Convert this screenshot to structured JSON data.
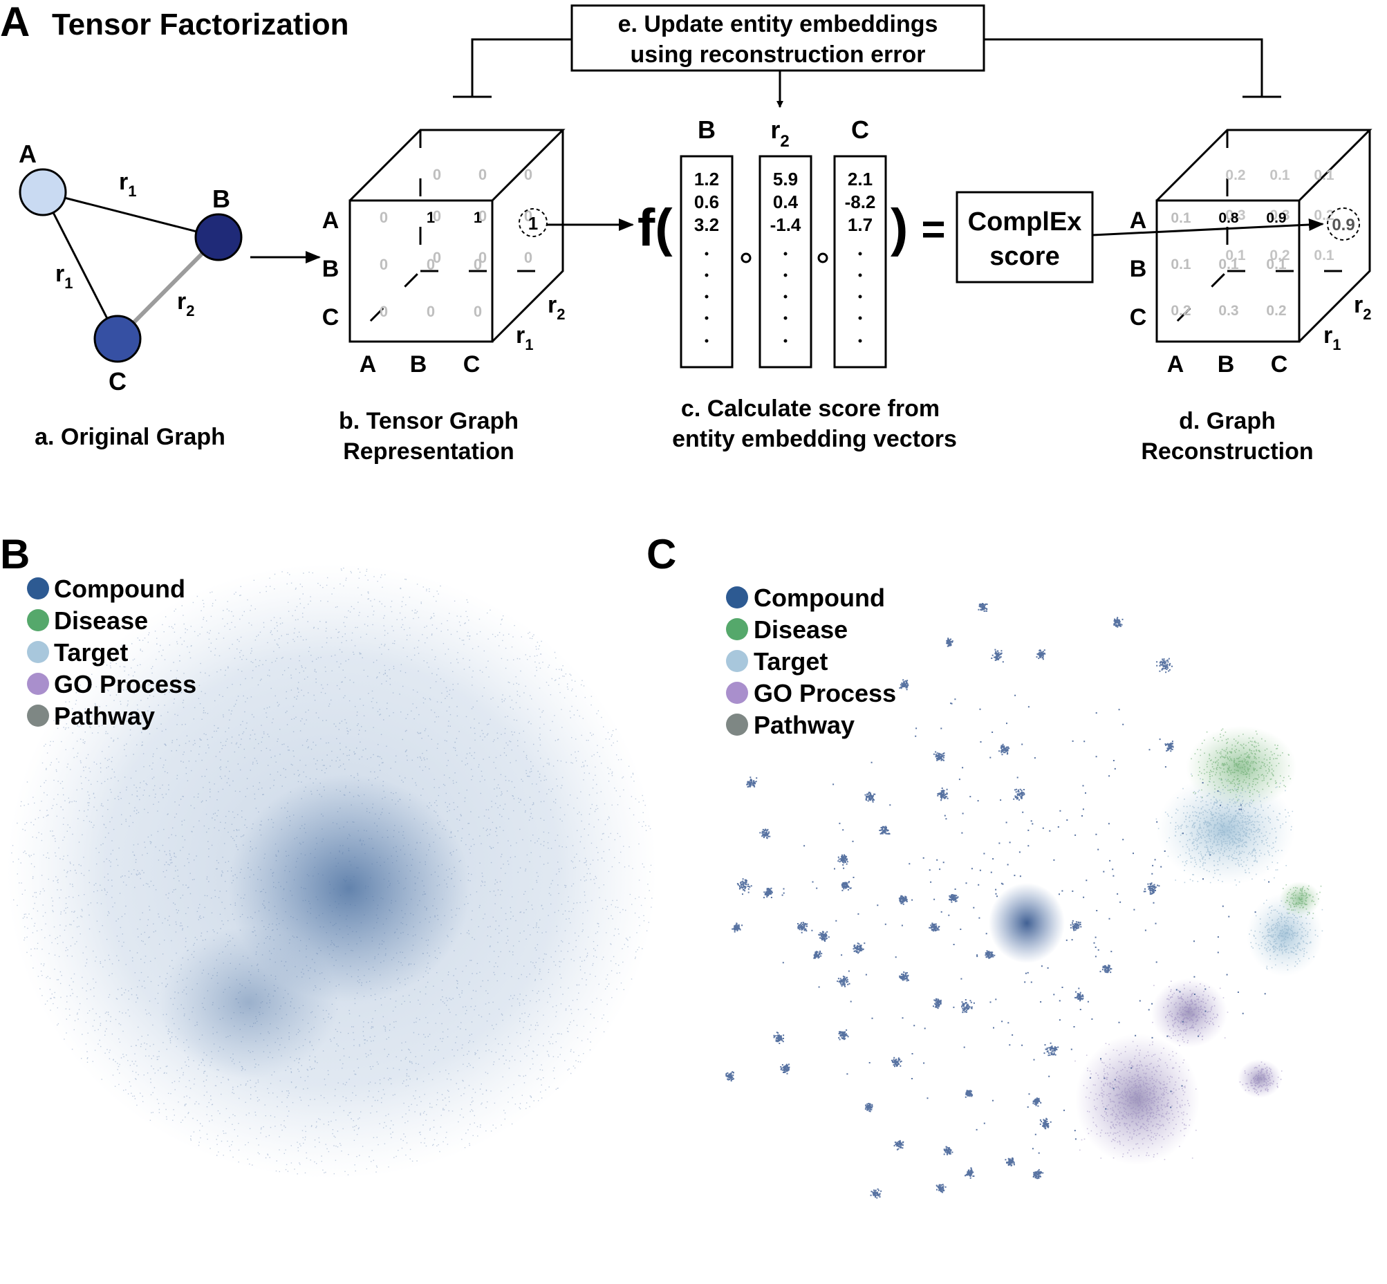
{
  "panel_a": {
    "letter": "A",
    "title": "Tensor Factorization",
    "update_box": {
      "line1": "e. Update entity embeddings",
      "line2": "using reconstruction error"
    },
    "graph": {
      "caption": "a. Original Graph",
      "nodes": [
        {
          "label": "A",
          "color": "#c9daf2"
        },
        {
          "label": "B",
          "color": "#1f2a78"
        },
        {
          "label": "C",
          "color": "#3650a3"
        }
      ],
      "edge_labels": {
        "ab": "r",
        "ab_sub": "1",
        "ac": "r",
        "ac_sub": "1",
        "bc": "r",
        "bc_sub": "2"
      }
    },
    "tensor": {
      "caption_line1": "b. Tensor Graph",
      "caption_line2": "Representation",
      "rows": [
        "A",
        "B",
        "C"
      ],
      "cols": [
        "A",
        "B",
        "C"
      ],
      "depth1": "r",
      "depth1_sub": "1",
      "depth2": "r",
      "depth2_sub": "2",
      "front": [
        [
          "0",
          "1",
          "1"
        ],
        [
          "0",
          "0",
          "0"
        ],
        [
          "0",
          "0",
          "0"
        ]
      ],
      "back": [
        [
          "0",
          "0",
          "0"
        ],
        [
          "0",
          "0",
          "0"
        ],
        [
          "0",
          "0",
          "0"
        ]
      ],
      "highlight": "1"
    },
    "score": {
      "caption_line1": "c. Calculate score from",
      "caption_line2": "entity embedding vectors",
      "f_open": "f(",
      "f_close": ")",
      "equals": "=",
      "vectors": [
        {
          "header": "B",
          "header_sub": "",
          "values": [
            "1.2",
            "0.6",
            "3.2"
          ]
        },
        {
          "header": "r",
          "header_sub": "2",
          "values": [
            "5.9",
            "0.4",
            "-1.4"
          ]
        },
        {
          "header": "C",
          "header_sub": "",
          "values": [
            "2.1",
            "-8.2",
            "1.7"
          ]
        }
      ],
      "complex_line1": "ComplEx",
      "complex_line2": "score"
    },
    "reconstruction": {
      "caption_line1": "d. Graph",
      "caption_line2": "Reconstruction",
      "rows": [
        "A",
        "B",
        "C"
      ],
      "cols": [
        "A",
        "B",
        "C"
      ],
      "depth1": "r",
      "depth1_sub": "1",
      "depth2": "r",
      "depth2_sub": "2",
      "front": [
        [
          "0.1",
          "0.8",
          "0.9"
        ],
        [
          "0.1",
          "0.1",
          "0.1"
        ],
        [
          "0.2",
          "0.3",
          "0.2"
        ]
      ],
      "back": [
        [
          "0.2",
          "0.1",
          "0.1"
        ],
        [
          "0.3",
          "0.3",
          "0.2"
        ],
        [
          "0.1",
          "0.2",
          "0.1"
        ]
      ],
      "highlight": "0.9"
    }
  },
  "panel_b": {
    "letter": "B",
    "legend": [
      {
        "label": "Compound",
        "color": "#2d5a92"
      },
      {
        "label": "Disease",
        "color": "#55a86b"
      },
      {
        "label": "Target",
        "color": "#a8c7dc"
      },
      {
        "label": "GO Process",
        "color": "#a98fcc"
      },
      {
        "label": "Pathway",
        "color": "#7e8784"
      }
    ]
  },
  "panel_c": {
    "letter": "C",
    "legend": [
      {
        "label": "Compound",
        "color": "#2d5a92"
      },
      {
        "label": "Disease",
        "color": "#55a86b"
      },
      {
        "label": "Target",
        "color": "#a8c7dc"
      },
      {
        "label": "GO Process",
        "color": "#a98fcc"
      },
      {
        "label": "Pathway",
        "color": "#7e8784"
      }
    ]
  }
}
